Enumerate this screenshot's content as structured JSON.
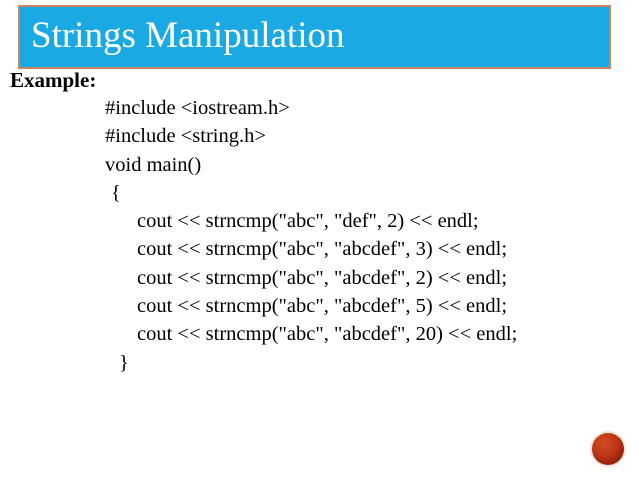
{
  "slide": {
    "title": "Strings Manipulation",
    "section_label": "Example:",
    "code": {
      "lines": [
        {
          "text": "#include <iostream.h>"
        },
        {
          "text": "#include <string.h>"
        },
        {
          "text": "void main()"
        },
        {
          "text": "{"
        },
        {
          "text": "cout << strncmp(\"abc\", \"def\", 2) << endl;"
        },
        {
          "text": "cout << strncmp(\"abc\", \"abcdef\", 3) << endl;"
        },
        {
          "text": "cout << strncmp(\"abc\", \"abcdef\", 2) << endl;"
        },
        {
          "text": "cout << strncmp(\"abc\", \"abcdef\", 5) << endl;"
        },
        {
          "text": "cout << strncmp(\"abc\", \"abcdef\", 20) << endl;"
        },
        {
          "text": "}"
        }
      ]
    },
    "logo": {
      "name": "red-circle-logo"
    },
    "colors": {
      "header_bg": "#1BA9E4",
      "header_border": "#C9875F",
      "title_text": "#FFFFFF",
      "body_text": "#000000",
      "logo_outer": "#7A150A",
      "logo_inner": "#BB3512"
    }
  }
}
